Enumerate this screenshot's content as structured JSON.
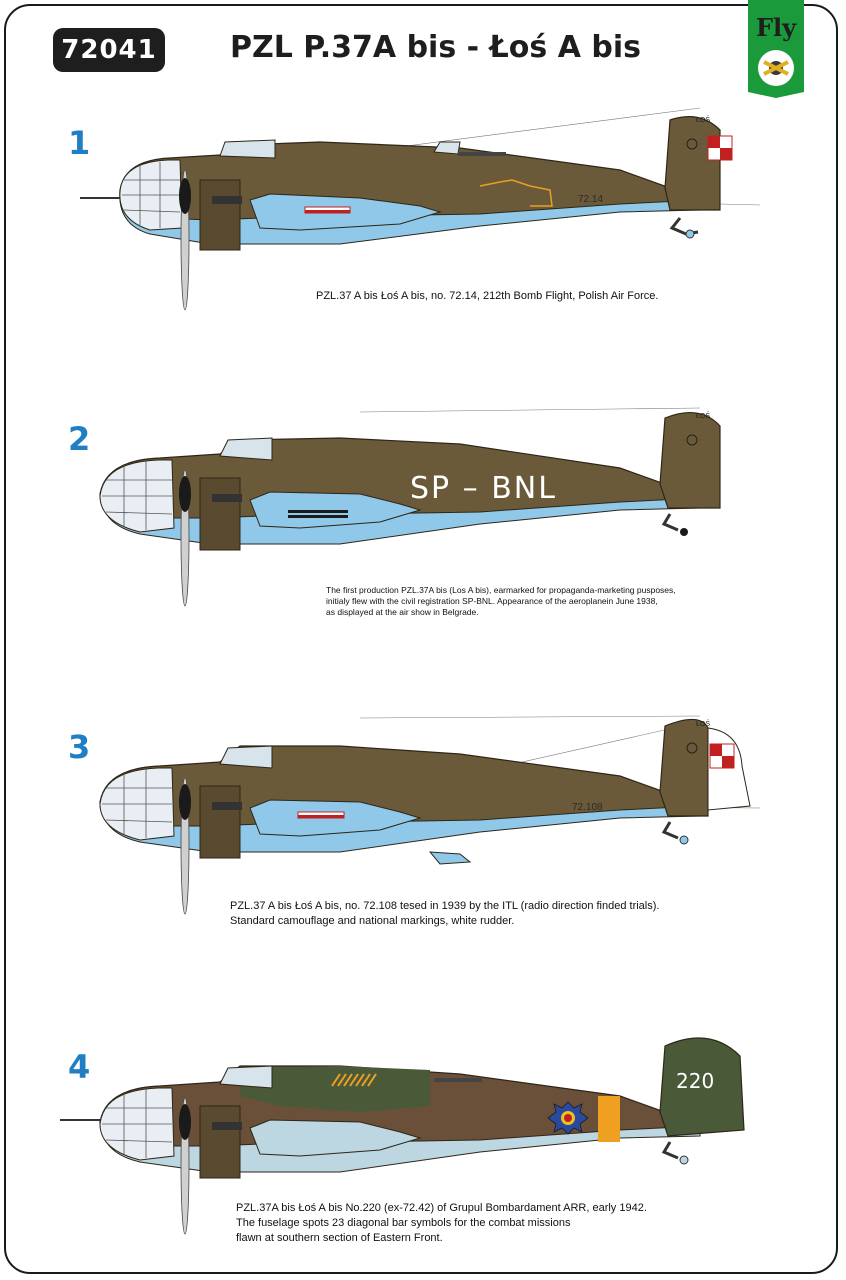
{
  "header": {
    "code": "72041",
    "title": "PZL P.37A bis - Łoś A bis",
    "logo_text": "Fly"
  },
  "colors": {
    "badge": "#1e1e1e",
    "number_blue": "#1f7fc2",
    "logo_green": "#1a9a3a",
    "olive": "#6b5a3a",
    "light_blue": "#8fc8e8",
    "romanian_brown": "#6a5038",
    "romanian_green": "#4a5a38",
    "romanian_underside": "#bcd6e2",
    "yellow_band": "#f0a020"
  },
  "profiles": [
    {
      "number": "1",
      "serial": "72.14",
      "fin_text": "ŁOŚ",
      "caption_lines": [
        "PZL.37 A bis  Łoś A bis, no. 72.14, 212th Bomb Flight, Polish Air Force."
      ]
    },
    {
      "number": "2",
      "registration": "SP – BNL",
      "fin_text": "ŁOŚ",
      "caption_lines": [
        "The first production PZL.37A bis (Los A bis), earmarked for propaganda-marketing pusposes,",
        "initialy flew with the civil registration SP-BNL. Appearance of the aeroplanein June 1938,",
        "as displayed at the air show in Belgrade."
      ]
    },
    {
      "number": "3",
      "serial": "72.108",
      "fin_text": "ŁOŚ",
      "caption_lines": [
        "PZL.37 A bis  Łoś A bis, no. 72.108 tesed in 1939 by the ITL (radio direction finded trials).",
        "Standard camouflage and national markings, white rudder."
      ]
    },
    {
      "number": "4",
      "fin_number": "220",
      "caption_lines": [
        "PZL.37A bis  Łoś A bis No.220 (ex-72.42)  of Grupul Bombardament ARR, early 1942.",
        "The fuselage spots 23 diagonal bar symbols for the combat missions",
        "flawn at southern section of Eastern Front."
      ]
    }
  ]
}
